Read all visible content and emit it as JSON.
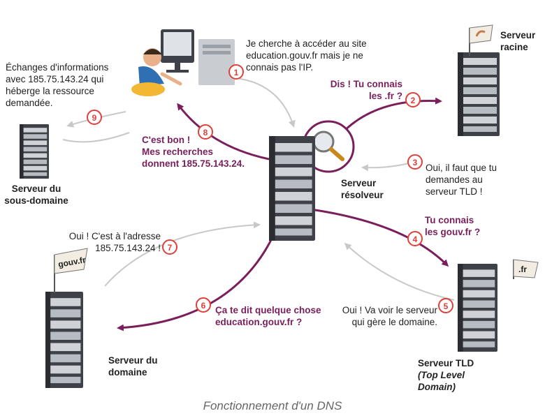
{
  "caption": "Fonctionnement d'un DNS",
  "user_text": [
    "Je cherche à accéder au site",
    "education.gouv.fr mais je ne",
    "connais pas l'IP."
  ],
  "exchange_text": [
    "Échanges d'informations",
    "avec 185.75.143.24 qui",
    "héberge la ressource",
    "demandée."
  ],
  "step2_text": [
    "Dis ! Tu connais",
    "les .fr ?"
  ],
  "step3_text": [
    "Oui, il faut que tu",
    "demandes au",
    "serveur TLD !"
  ],
  "step4_text": [
    "Tu connais",
    "les gouv.fr ?"
  ],
  "step5_text": [
    "Oui ! Va voir le serveur",
    "qui gère le domaine."
  ],
  "step6_text": [
    "Ça te dit quelque chose",
    "education.gouv.fr ?"
  ],
  "step7_text": [
    "Oui ! C'est à l'adresse",
    "185.75.143.24 !"
  ],
  "step8_text": [
    "C'est bon !",
    "Mes recherches",
    "donnent 185.75.143.24."
  ],
  "servers": {
    "racine": [
      "Serveur",
      "racine"
    ],
    "resolveur": [
      "Serveur",
      "résolveur"
    ],
    "tld": [
      "Serveur TLD",
      "(Top Level",
      "Domain)"
    ],
    "domaine": [
      "Serveur du",
      "domaine"
    ],
    "sous_domaine": [
      "Serveur du",
      "sous-domaine"
    ]
  },
  "flags": {
    "tld": ".fr",
    "domaine": "gouv.fr"
  },
  "steps": [
    "1",
    "2",
    "3",
    "4",
    "5",
    "6",
    "7",
    "8",
    "9"
  ],
  "colors": {
    "accent": "#7a1f5c",
    "badge": "#e0403a",
    "grey_arrow": "#c8c8c8",
    "server": "#3e4148"
  }
}
